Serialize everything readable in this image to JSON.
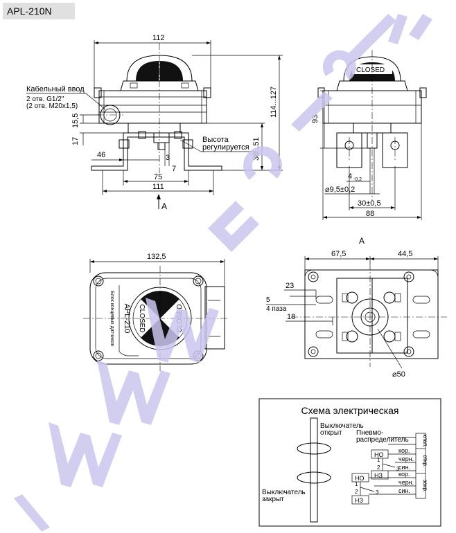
{
  "model": "APL-210N",
  "labels": {
    "cable_entry": "Кабельный ввод",
    "entry_g": "2 отв. G1/2\"",
    "entry_m": "(2 отв. M20x1,5)",
    "height_1": "Высота",
    "height_2": "регулируется",
    "view_a": "A",
    "closed": "CLOSED",
    "nameplate_model": "APL-210",
    "nameplate_text": "Блок концевых датчиков",
    "slots": "4 паза"
  },
  "dims": {
    "d112": "112",
    "d15_5": "15,5",
    "d17": "17",
    "d46": "46",
    "d3": "3",
    "d7": "7",
    "d75": "75",
    "d111": "111",
    "d38_51": "38...51",
    "d114_127": "114...127",
    "d93": "93",
    "d4": "4",
    "d4_tol": "-0,2",
    "d9_5": "⌀9,5±0,2",
    "d30": "30±0,5",
    "d88": "88",
    "d132_5": "132,5",
    "d67_5": "67,5",
    "d44_5": "44,5",
    "d23": "23",
    "d5": "5",
    "d18": "18",
    "d50": "⌀50"
  },
  "schematic": {
    "title": "Схема электрическая",
    "switch_open_1": "Выключатель",
    "switch_open_2": "открыт",
    "switch_closed_1": "Выключатель",
    "switch_closed_2": "закрыт",
    "valve_1": "Пневмо-",
    "valve_2": "распределитель",
    "no": "НО",
    "nc": "НЗ",
    "pin1": "1",
    "pin2": "2",
    "pin3": "3",
    "wire_brown": "кор.",
    "wire_black": "черн.",
    "wire_blue": "син.",
    "wire_brown2": "кор.",
    "wire_black2": "черн.",
    "wire_blue2": "син.",
    "group_valve": "клап.",
    "group_open": "откр.",
    "group_closed": "закр."
  }
}
